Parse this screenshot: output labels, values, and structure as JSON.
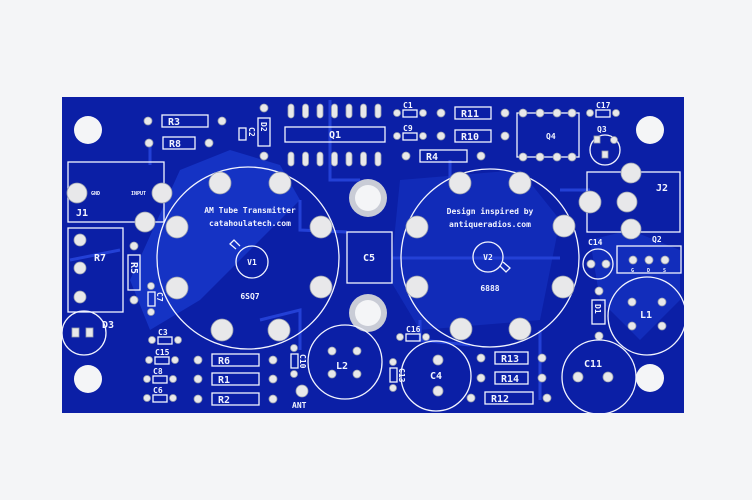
{
  "board": {
    "color": "#0b1fa6",
    "silkscreen_color": "#f2f4ff",
    "title": "AM Tube Transmitter",
    "website": "catahoulatech.com",
    "credit_line1": "Design inspired by",
    "credit_line2": "antiqueradios.com"
  },
  "tubes": {
    "v1": {
      "ref": "V1",
      "type": "6SQ7"
    },
    "v2": {
      "ref": "V2",
      "type": "6888"
    }
  },
  "connectors": {
    "j1": {
      "ref": "J1",
      "gnd": "GND",
      "input": "INPUT"
    },
    "j2": {
      "ref": "J2"
    },
    "ant": "ANT"
  },
  "transistors": {
    "q2": {
      "ref": "Q2",
      "pins": [
        "G",
        "D",
        "S"
      ]
    },
    "q3": "Q3",
    "q4": "Q4"
  },
  "ic": {
    "q1": "Q1"
  },
  "resistors": [
    "R1",
    "R2",
    "R3",
    "R4",
    "R5",
    "R6",
    "R7",
    "R8",
    "R10",
    "R11",
    "R12",
    "R13",
    "R14"
  ],
  "capacitors": [
    "C1",
    "C2",
    "C3",
    "C4",
    "C5",
    "C6",
    "C7",
    "C8",
    "C9",
    "C10",
    "C11",
    "C13",
    "C14",
    "C15",
    "C16",
    "C17"
  ],
  "diodes": [
    "D1",
    "D2",
    "D3"
  ],
  "inductors": [
    "L1",
    "L2"
  ]
}
